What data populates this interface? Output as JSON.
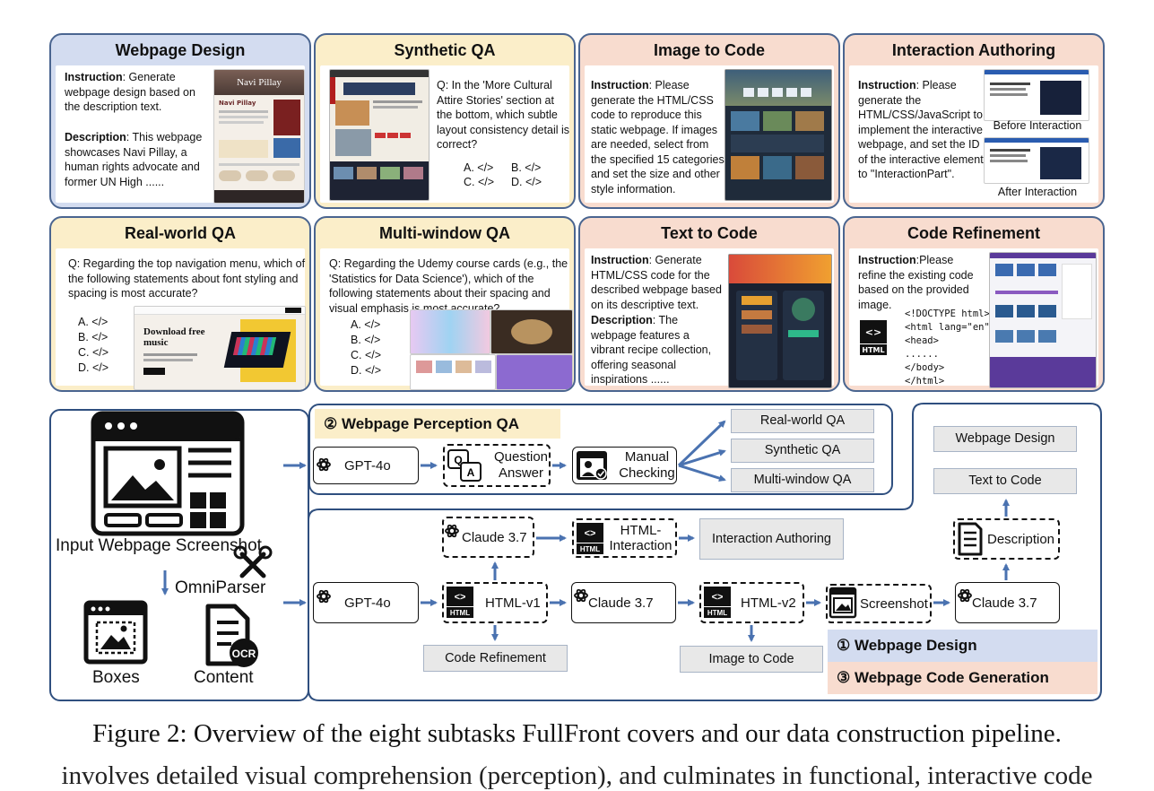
{
  "cards": {
    "webpage_design": {
      "title": "Webpage Design",
      "instruction_label": "Instruction",
      "instruction": ": Generate webpage design based on the description text.",
      "description_label": "Description",
      "description": ": This webpage showcases Navi Pillay, a human rights advocate and former UN High ......",
      "thumb_title": "Navi Pillay",
      "thumb_sub": "Navi Pillay"
    },
    "synthetic_qa": {
      "title": "Synthetic QA",
      "question": "Q: In the 'More Cultural Attire Stories' section at the bottom, which subtle layout consistency detail is correct?",
      "opt_a": "A. </>",
      "opt_b": "B. </>",
      "opt_c": "C. </>",
      "opt_d": "D. </>"
    },
    "image_to_code": {
      "title": "Image to Code",
      "instruction_label": "Instruction",
      "instruction": ": Please generate the HTML/CSS code to reproduce this static webpage. If images are needed, select from the specified 15 categories and set the size and other style information."
    },
    "interaction_authoring": {
      "title": "Interaction Authoring",
      "instruction_label": "Instruction",
      "instruction": ": Please generate the HTML/CSS/JavaScript to implement the interactive webpage, and set the ID of the interactive element to \"InteractionPart\".",
      "before": "Before Interaction",
      "after": "After Interaction"
    },
    "realworld_qa": {
      "title": "Real-world QA",
      "question": "Q: Regarding the top navigation menu, which of the following statements about font styling and spacing is most accurate?",
      "opts": [
        "A.   </>",
        "B.   </>",
        "C.   </>",
        "D.   </>"
      ],
      "thumb_heading": "Download free music"
    },
    "multiwindow_qa": {
      "title": "Multi-window QA",
      "question": "Q: Regarding the Udemy course cards (e.g., the 'Statistics for Data Science'), which of the following statements about their spacing and visual emphasis is most accurate?",
      "opts": [
        "A.   </>",
        "B.   </>",
        "C.   </>",
        "D.   </>"
      ]
    },
    "text_to_code": {
      "title": "Text to Code",
      "instruction_label": "Instruction",
      "instruction": ": Generate HTML/CSS code for the described webpage based on its descriptive text.",
      "description_label": "Description",
      "description": ": The webpage features a vibrant recipe collection, offering seasonal inspirations ......"
    },
    "code_refinement": {
      "title": "Code Refinement",
      "instruction_label": "Instruction",
      "instruction": ":Please refine the existing code based on the provided image.",
      "html_badge": "HTML",
      "code_lines": [
        "<!DOCTYPE html>",
        "<html lang=\"en\">",
        "<head>",
        "......",
        "</body>",
        "</html>"
      ]
    }
  },
  "pipeline": {
    "input_label": "Input Webpage Screenshot",
    "omniparser": "OmniParser",
    "boxes": "Boxes",
    "content": "Content",
    "ocr": "OCR",
    "perception_banner": "② Webpage Perception QA",
    "gpt4o_top": "GPT-4o",
    "question_answer": "Question Answer",
    "qa_icon_q": "Q",
    "qa_icon_a": "A",
    "manual_checking": "Manual Checking",
    "out_realworld": "Real-world QA",
    "out_synthetic": "Synthetic QA",
    "out_multiwindow": "Multi-window QA",
    "gpt4o_bottom": "GPT-4o",
    "claude_top": "Claude 3.7",
    "html_interaction": "HTML-Interaction",
    "interaction_authoring": "Interaction Authoring",
    "html_v1": "HTML-v1",
    "claude_mid": "Claude 3.7",
    "html_v2": "HTML-v2",
    "screenshot": "Screenshot",
    "claude_right": "Claude 3.7",
    "description": "Description",
    "text_to_code": "Text to Code",
    "webpage_design": "Webpage Design",
    "code_refinement": "Code Refinement",
    "image_to_code": "Image to Code",
    "design_banner": "① Webpage Design",
    "codegen_banner": "③  Webpage Code Generation",
    "html_badge": "HTML"
  },
  "caption": "Figure 2: Overview of the eight subtasks FullFront covers and our data construction pipeline.",
  "cut_text": "involves detailed visual comprehension (perception), and culminates in functional, interactive code",
  "colors": {
    "border": "#4a6590",
    "blue": "#d3dcf0",
    "yellow": "#fbeec9",
    "peach": "#f8dccf",
    "arrow": "#4a72b0"
  }
}
